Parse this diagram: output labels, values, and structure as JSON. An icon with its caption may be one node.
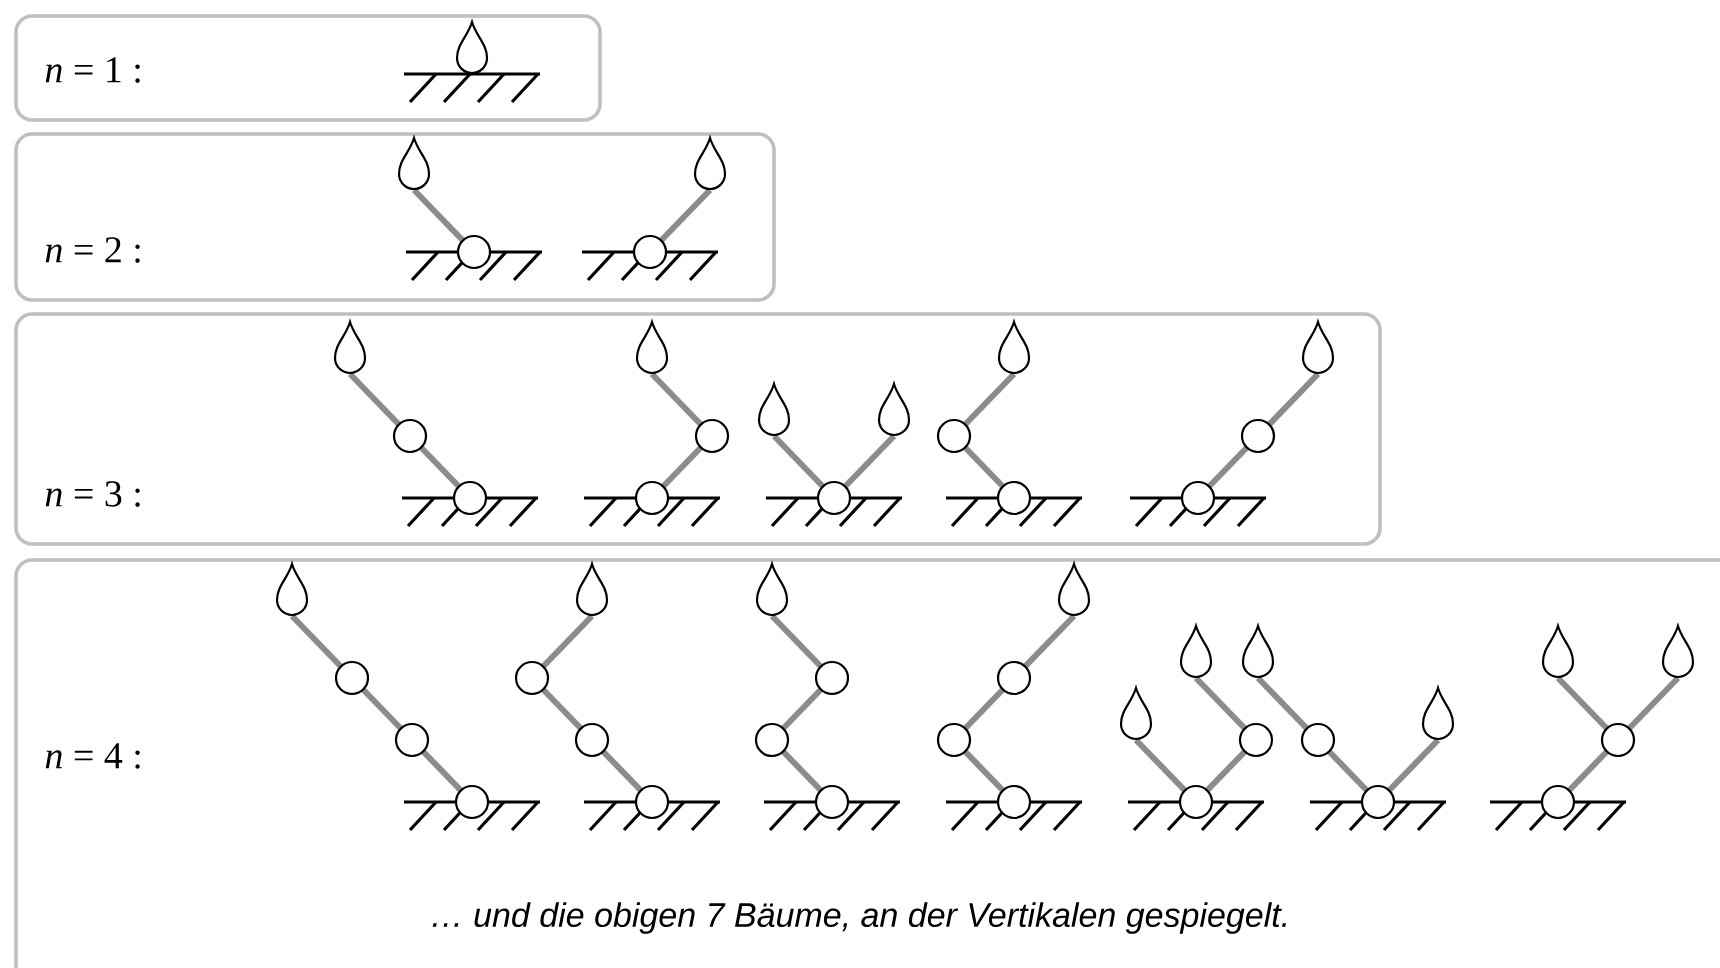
{
  "diagram": {
    "nodes": [
      {
        "text": [
          "*n* = 1 :"
        ]
      },
      {
        "text": [
          "*n* = 2 :"
        ]
      },
      {
        "text": [
          "*n* = 3 :"
        ]
      },
      {
        "text": [
          "*n* = 4 :",
          "… und die obigen 7 Bäume, an der Vertikalen gespiegelt."
        ]
      }
    ]
  }
}
